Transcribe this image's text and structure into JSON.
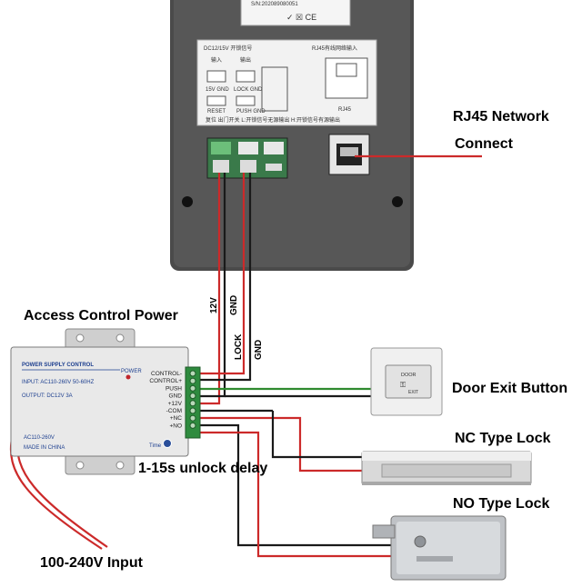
{
  "labels": {
    "rj45_line1": "RJ45 Network",
    "rj45_line2": "Connect",
    "access_power": "Access Control Power",
    "door_exit": "Door Exit Button",
    "nc_lock": "NC Type Lock",
    "no_lock": "NO Type Lock",
    "unlock_delay": "1-15s unlock delay",
    "input_voltage": "100-240V Input"
  },
  "wire_tags": {
    "v12": "12V",
    "gnd_top": "GND",
    "lock": "LOCK",
    "gnd_mid": "GND"
  },
  "power_supply": {
    "title": "POWER SUPPLY CONTROL",
    "input": "INPUT: AC110-260V 50-60HZ",
    "output": "OUTPUT: DC12V  3A",
    "ac_label": "AC110-260V",
    "made_in": "MADE IN CHINA",
    "power_led": "POWER",
    "time_label": "Time",
    "terminals": [
      "CONTROL-",
      "CONTROL+",
      "PUSH",
      "GND",
      "+12V",
      "-COM",
      "+NC",
      "+NO"
    ]
  },
  "panel": {
    "sn": "S/N:202089080051",
    "connector_header": "DC12/15V 开锁信号",
    "in_label": "输入",
    "out_label": "输出",
    "rj45_header": "RJ45有线网络输入",
    "rj45_chip": "RJ45",
    "pin_12v": "15V GND",
    "pin_lock": "LOCK GND",
    "reset": "RESET",
    "push_gnd": "PUSH GND",
    "bottom_text": "复位   出门开关  L:开锁信号无源输出 H:开锁信号有源输出"
  },
  "exit_button": {
    "top": "DOOR",
    "bottom": "EXIT"
  },
  "colors": {
    "red_wire": "#cc2a2a",
    "black_wire": "#1a1a1a",
    "green_wire": "#2f8a2f",
    "panel_body": "#4a4a4a",
    "psu_body": "#e9e9e9",
    "terminal_green": "#2e8b3e"
  }
}
